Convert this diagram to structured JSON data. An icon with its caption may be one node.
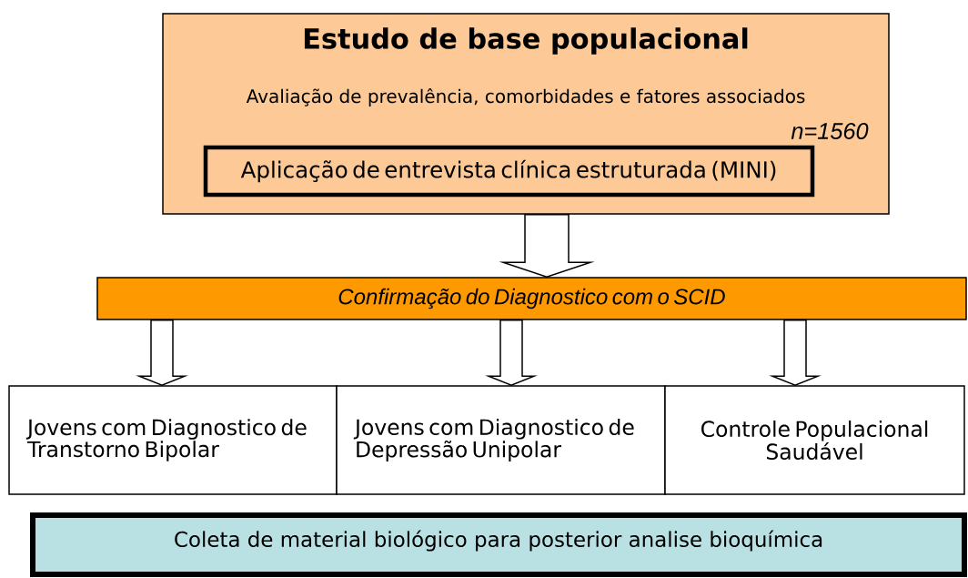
{
  "diagram": {
    "nodes": [
      {
        "text": [
          "Estudo de base populacional",
          "Avaliação de prevalência, comorbidades e fatores associados",
          "n=1560"
        ]
      },
      {
        "text": [
          "Aplicação de entrevista clínica estruturada (MINI)"
        ],
        "in": 0
      },
      {
        "text": [
          "Confirmação do Diagnostico com o SCID"
        ]
      },
      {
        "text": [
          "Jovens com Diagnostico de Transtorno Bipolar"
        ]
      },
      {
        "text": [
          "Jovens com Diagnostico de Depressão Unipolar"
        ]
      },
      {
        "text": [
          "Controle Populacional Saudável"
        ]
      },
      {
        "text": [
          "Coleta de material biológico para posterior analise bioquímica"
        ]
      }
    ],
    "edges": [
      {
        "from": 0,
        "to": 2,
        "arrow": "to"
      },
      {
        "from": 2,
        "to": 3,
        "arrow": "to"
      },
      {
        "from": 2,
        "to": 4,
        "arrow": "to"
      },
      {
        "from": 2,
        "to": 5,
        "arrow": "to"
      }
    ]
  }
}
